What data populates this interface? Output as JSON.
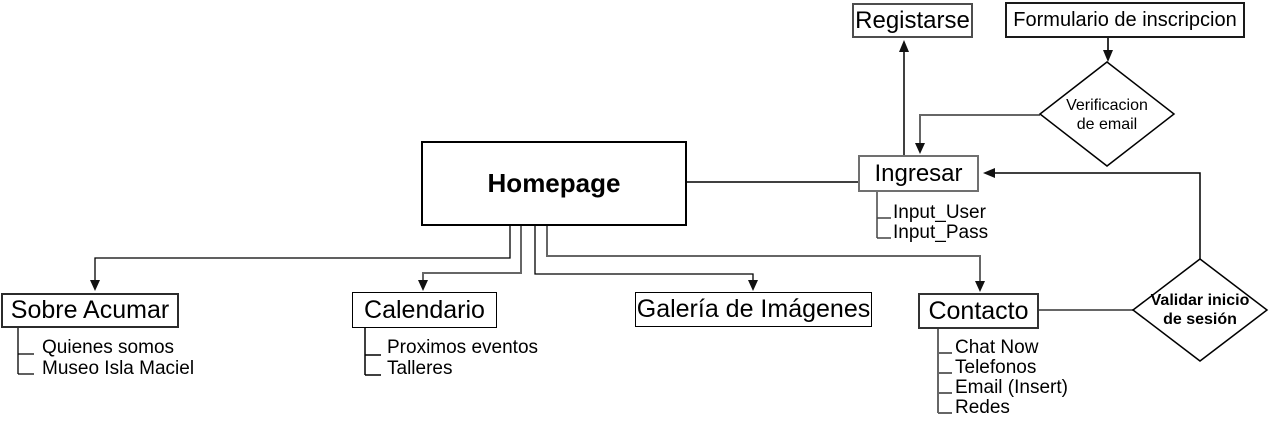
{
  "colors": {
    "dark_line": "#000000",
    "gray_line": "#666666",
    "node_fill": "#ffffff",
    "text": "#000000"
  },
  "nodes": {
    "homepage": {
      "label": "Homepage"
    },
    "registarse": {
      "label": "Registarse"
    },
    "formulario": {
      "label": "Formulario de inscripcion"
    },
    "verificacion": {
      "label_line1": "Verificacion",
      "label_line2": "de email"
    },
    "ingresar": {
      "label": "Ingresar",
      "items": [
        "Input_User",
        "Input_Pass"
      ]
    },
    "validar": {
      "label_line1": "Validar inicio",
      "label_line2": "de sesión"
    },
    "sobre_acumar": {
      "label": "Sobre Acumar",
      "items": [
        "Quienes somos",
        "Museo Isla Maciel"
      ]
    },
    "calendario": {
      "label": "Calendario",
      "items": [
        "Proximos eventos",
        "Talleres"
      ]
    },
    "galeria": {
      "label": "Galería de Imágenes"
    },
    "contacto": {
      "label": "Contacto",
      "items": [
        "Chat Now",
        "Telefonos",
        "Email (Insert)",
        "Redes"
      ]
    }
  }
}
